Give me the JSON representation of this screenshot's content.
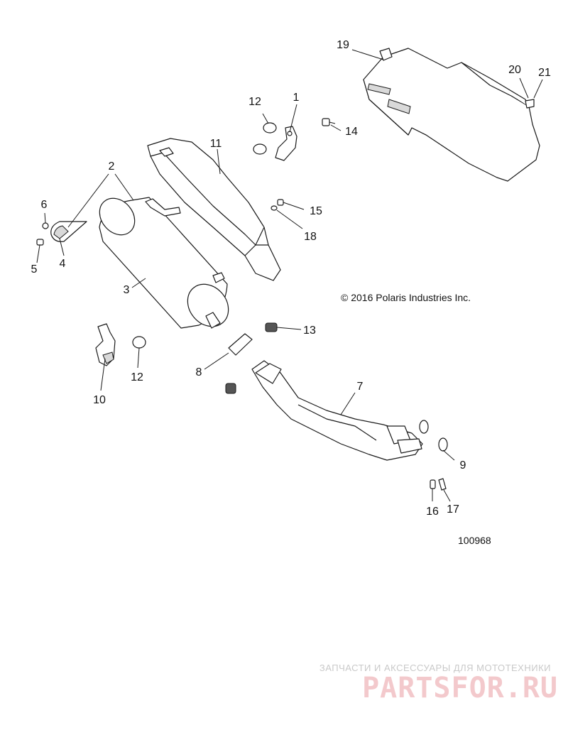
{
  "callouts": [
    {
      "id": "1",
      "label": "1"
    },
    {
      "id": "2",
      "label": "2"
    },
    {
      "id": "3",
      "label": "3"
    },
    {
      "id": "4",
      "label": "4"
    },
    {
      "id": "5",
      "label": "5"
    },
    {
      "id": "6",
      "label": "6"
    },
    {
      "id": "7",
      "label": "7"
    },
    {
      "id": "8",
      "label": "8"
    },
    {
      "id": "9",
      "label": "9"
    },
    {
      "id": "10",
      "label": "10"
    },
    {
      "id": "11",
      "label": "11"
    },
    {
      "id": "12a",
      "label": "12"
    },
    {
      "id": "12b",
      "label": "12"
    },
    {
      "id": "13",
      "label": "13"
    },
    {
      "id": "14",
      "label": "14"
    },
    {
      "id": "15",
      "label": "15"
    },
    {
      "id": "16",
      "label": "16"
    },
    {
      "id": "17",
      "label": "17"
    },
    {
      "id": "18",
      "label": "18"
    },
    {
      "id": "19",
      "label": "19"
    },
    {
      "id": "20",
      "label": "20"
    },
    {
      "id": "21",
      "label": "21"
    }
  ],
  "copyright": "© 2016 Polaris Industries Inc.",
  "reference_number": "100968",
  "watermark": {
    "tagline": "ЗАПЧАСТИ И АКСЕССУАРЫ ДЛЯ МОТОТЕХНИКИ",
    "brand": "PARTSFOR.RU"
  }
}
